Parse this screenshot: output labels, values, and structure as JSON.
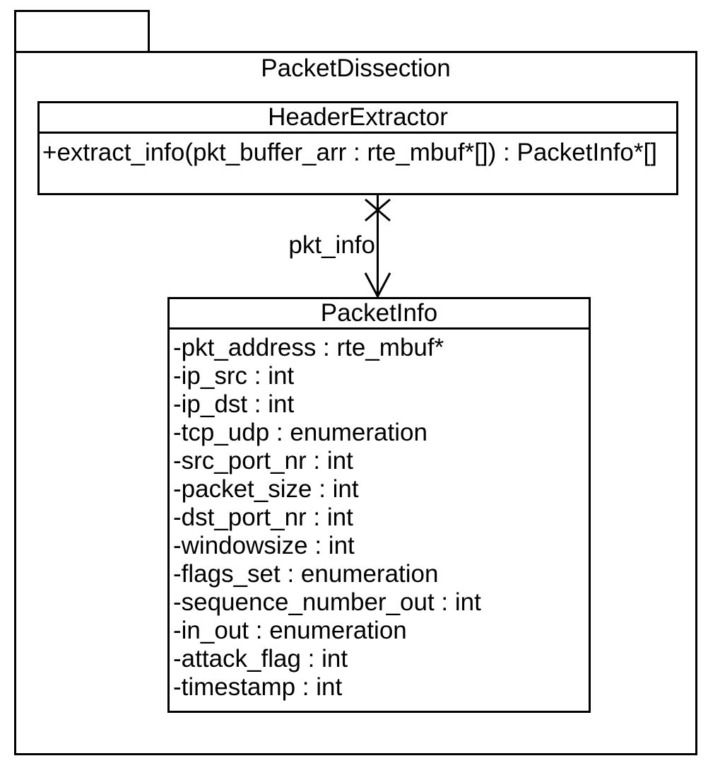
{
  "package": {
    "name": "PacketDissection"
  },
  "header_extractor": {
    "name": "HeaderExtractor",
    "operations": [
      "+extract_info(pkt_buffer_arr : rte_mbuf*[]) : PacketInfo*[]"
    ]
  },
  "association": {
    "label": "pkt_info",
    "source": "HeaderExtractor",
    "target": "PacketInfo",
    "source_end_marker": "x",
    "target_end_marker": "open-arrowhead"
  },
  "packet_info": {
    "name": "PacketInfo",
    "attributes": [
      "-pkt_address : rte_mbuf*",
      "-ip_src : int",
      "-ip_dst : int",
      "-tcp_udp : enumeration",
      "-src_port_nr : int",
      "-packet_size : int",
      "-dst_port_nr : int",
      "-windowsize : int",
      "-flags_set : enumeration",
      "-sequence_number_out : int",
      "-in_out : enumeration",
      "-attack_flag : int",
      "-timestamp : int"
    ]
  },
  "colors": {
    "stroke": "#000000",
    "background": "#ffffff"
  }
}
